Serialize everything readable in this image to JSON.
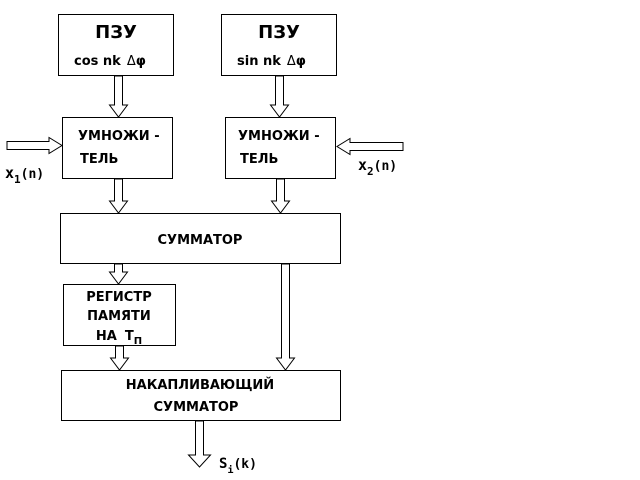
{
  "rom_cos": {
    "title": "ПЗУ",
    "formula": "cos nk",
    "delta": "Δ",
    "phi": "φ"
  },
  "rom_sin": {
    "title": "ПЗУ",
    "formula": "sin nk",
    "delta": "Δ",
    "phi": "φ"
  },
  "multiplier_1": {
    "line1": "УМНОЖИ -",
    "line2": "ТЕЛЬ"
  },
  "multiplier_2": {
    "line1": "УМНОЖИ -",
    "line2": "ТЕЛЬ"
  },
  "input_1": {
    "var": "x",
    "sub": "1",
    "arg": "(n)"
  },
  "input_2": {
    "var": "x",
    "sub": "2",
    "arg": "(n)"
  },
  "adder": {
    "label": "СУММАТОР"
  },
  "register": {
    "line1": "РЕГИСТР",
    "line2": "ПАМЯТИ",
    "line3": "НА",
    "t": "Т",
    "t_sub": "П"
  },
  "accumulator": {
    "line1": "НАКАПЛИВАЮЩИЙ",
    "line2": "СУММАТОР"
  },
  "output": {
    "var": "S",
    "sub": "i",
    "arg": "(k)"
  }
}
